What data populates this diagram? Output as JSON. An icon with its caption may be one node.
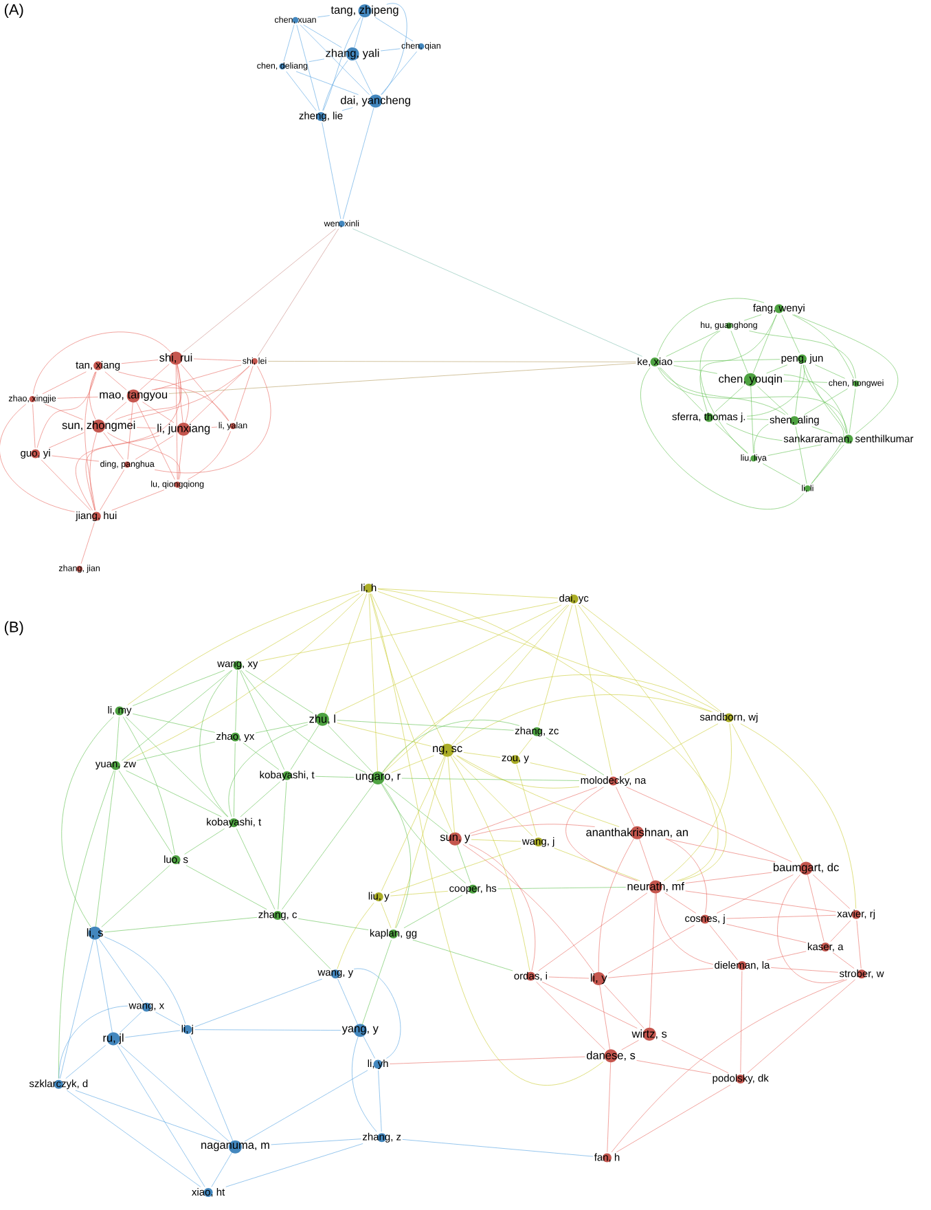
{
  "diagram": {
    "nodes": [
      {
        "text": [
          "tang, zhipeng"
        ]
      },
      {
        "text": [
          "chen, xuan"
        ]
      },
      {
        "text": [
          "zhang, yali"
        ]
      },
      {
        "text": [
          "chen, qian"
        ]
      },
      {
        "text": [
          "chen, deliang"
        ]
      },
      {
        "text": [
          "dai, yancheng"
        ]
      },
      {
        "text": [
          "zheng, lie"
        ]
      },
      {
        "text": [
          "wen, xinli"
        ]
      },
      {
        "text": [
          "tan, xiang"
        ]
      },
      {
        "text": [
          "shi, rui"
        ]
      },
      {
        "text": [
          "shi, lei"
        ]
      },
      {
        "text": [
          "zhao, xingjie"
        ]
      },
      {
        "text": [
          "mao, tangyou"
        ]
      },
      {
        "text": [
          "sun, zhongmei"
        ]
      },
      {
        "text": [
          "li, junxiang"
        ]
      },
      {
        "text": [
          "li, yalan"
        ]
      },
      {
        "text": [
          "guo, yi"
        ]
      },
      {
        "text": [
          "ding, panghua"
        ]
      },
      {
        "text": [
          "lu, qiongqiong"
        ]
      },
      {
        "text": [
          "jiang, hui"
        ]
      },
      {
        "text": [
          "zhang, jian"
        ]
      },
      {
        "text": [
          "fang, wenyi"
        ]
      },
      {
        "text": [
          "hu, guanghong"
        ]
      },
      {
        "text": [
          "ke, xiao"
        ]
      },
      {
        "text": [
          "peng, jun"
        ]
      },
      {
        "text": [
          "chen, youqin"
        ]
      },
      {
        "text": [
          "chen, hongwei"
        ]
      },
      {
        "text": [
          "sferra, thomas j."
        ]
      },
      {
        "text": [
          "shen, aling"
        ]
      },
      {
        "text": [
          "sankararaman, senthilkumar"
        ]
      },
      {
        "text": [
          "liu, liya"
        ]
      },
      {
        "text": [
          "li, li"
        ]
      },
      {
        "text": [
          "li, h"
        ]
      },
      {
        "text": [
          "dai, yc"
        ]
      },
      {
        "text": [
          "sandborn, wj"
        ]
      },
      {
        "text": [
          "ng, sc"
        ]
      },
      {
        "text": [
          "zou, y"
        ]
      },
      {
        "text": [
          "wang, j"
        ]
      },
      {
        "text": [
          "liu, y"
        ]
      },
      {
        "text": [
          "wang, xy"
        ]
      },
      {
        "text": [
          "li, my"
        ]
      },
      {
        "text": [
          "zhu, l"
        ]
      },
      {
        "text": [
          "zhao, yx"
        ]
      },
      {
        "text": [
          "zhang, zc"
        ]
      },
      {
        "text": [
          "yuan, zw"
        ]
      },
      {
        "text": [
          "kobayashi, t"
        ]
      },
      {
        "text": [
          "ungaro, r"
        ]
      },
      {
        "text": [
          "kobayashi, t"
        ]
      },
      {
        "text": [
          "luo, s"
        ]
      },
      {
        "text": [
          "cooper, hs"
        ]
      },
      {
        "text": [
          "zhang, c"
        ]
      },
      {
        "text": [
          "kaplan, gg"
        ]
      },
      {
        "text": [
          "molodecky, na"
        ]
      },
      {
        "text": [
          "sun, y"
        ]
      },
      {
        "text": [
          "ananthakrishnan, an"
        ]
      },
      {
        "text": [
          "baumgart, dc"
        ]
      },
      {
        "text": [
          "neurath, mf"
        ]
      },
      {
        "text": [
          "cosnes, j"
        ]
      },
      {
        "text": [
          "xavier, rj"
        ]
      },
      {
        "text": [
          "kaser, a"
        ]
      },
      {
        "text": [
          "dieleman, la"
        ]
      },
      {
        "text": [
          "ordas, i"
        ]
      },
      {
        "text": [
          "li, y"
        ]
      },
      {
        "text": [
          "strober, w"
        ]
      },
      {
        "text": [
          "wirtz, s"
        ]
      },
      {
        "text": [
          "danese, s"
        ]
      },
      {
        "text": [
          "podolsky, dk"
        ]
      },
      {
        "text": [
          "fan, h"
        ]
      },
      {
        "text": [
          "li, s"
        ]
      },
      {
        "text": [
          "wang, y"
        ]
      },
      {
        "text": [
          "wang, x"
        ]
      },
      {
        "text": [
          "li, j"
        ]
      },
      {
        "text": [
          "ru, jl"
        ]
      },
      {
        "text": [
          "yang, y"
        ]
      },
      {
        "text": [
          "li, yh"
        ]
      },
      {
        "text": [
          "szklarczyk, d"
        ]
      },
      {
        "text": [
          "naganuma, m"
        ]
      },
      {
        "text": [
          "zhang, z"
        ]
      },
      {
        "text": [
          "xiao, ht"
        ]
      }
    ],
    "edges": [
      {
        "from": 0,
        "to": 1,
        "arrow": "none",
        "color": "#4f9fe0"
      },
      {
        "from": 0,
        "to": 2,
        "arrow": "none",
        "color": "#4f9fe0"
      },
      {
        "from": 0,
        "to": 3,
        "arrow": "none",
        "color": "#4f9fe0"
      },
      {
        "from": 0,
        "to": 5,
        "arrow": "none",
        "color": "#4f9fe0"
      },
      {
        "from": 0,
        "to": 6,
        "arrow": "none",
        "color": "#4f9fe0"
      },
      {
        "from": 1,
        "to": 2,
        "arrow": "none",
        "color": "#4f9fe0"
      },
      {
        "from": 1,
        "to": 4,
        "arrow": "none",
        "color": "#4f9fe0"
      },
      {
        "from": 1,
        "to": 5,
        "arrow": "none",
        "color": "#4f9fe0"
      },
      {
        "from": 1,
        "to": 6,
        "arrow": "none",
        "color": "#4f9fe0"
      },
      {
        "from": 2,
        "to": 3,
        "arrow": "none",
        "color": "#4f9fe0"
      },
      {
        "from": 2,
        "to": 4,
        "arrow": "none",
        "color": "#4f9fe0"
      },
      {
        "from": 2,
        "to": 5,
        "arrow": "none",
        "color": "#4f9fe0"
      },
      {
        "from": 2,
        "to": 6,
        "arrow": "none",
        "color": "#4f9fe0"
      },
      {
        "from": 3,
        "to": 5,
        "arrow": "none",
        "color": "#4f9fe0"
      },
      {
        "from": 4,
        "to": 5,
        "arrow": "none",
        "color": "#4f9fe0"
      },
      {
        "from": 4,
        "to": 6,
        "arrow": "none",
        "color": "#4f9fe0"
      },
      {
        "from": 5,
        "to": 6,
        "arrow": "none",
        "color": "#4f9fe0"
      },
      {
        "from": 6,
        "to": 7,
        "arrow": "none",
        "color": "#4f9fe0"
      },
      {
        "from": 5,
        "to": 7,
        "arrow": "none",
        "color": "#4f9fe0"
      },
      {
        "from": 7,
        "to": 9,
        "arrow": "none",
        "color": "#c98a84"
      },
      {
        "from": 7,
        "to": 10,
        "arrow": "none",
        "color": "#c98a84"
      },
      {
        "from": 7,
        "to": 23,
        "arrow": "none",
        "color": "#7fbfb0"
      },
      {
        "from": 10,
        "to": 23,
        "arrow": "none",
        "color": "#b39a5c"
      },
      {
        "from": 12,
        "to": 23,
        "arrow": "none",
        "color": "#b39a5c"
      },
      {
        "from": 8,
        "to": 9,
        "arrow": "none",
        "color": "#e8655c"
      },
      {
        "from": 8,
        "to": 11,
        "arrow": "none",
        "color": "#e8655c"
      },
      {
        "from": 8,
        "to": 12,
        "arrow": "none",
        "color": "#e8655c"
      },
      {
        "from": 8,
        "to": 13,
        "arrow": "none",
        "color": "#e8655c"
      },
      {
        "from": 8,
        "to": 14,
        "arrow": "none",
        "color": "#e8655c"
      },
      {
        "from": 8,
        "to": 16,
        "arrow": "none",
        "color": "#e8655c"
      },
      {
        "from": 8,
        "to": 19,
        "arrow": "none",
        "color": "#e8655c"
      },
      {
        "from": 9,
        "to": 10,
        "arrow": "none",
        "color": "#e8655c"
      },
      {
        "from": 9,
        "to": 11,
        "arrow": "none",
        "color": "#e8655c"
      },
      {
        "from": 9,
        "to": 12,
        "arrow": "none",
        "color": "#e8655c"
      },
      {
        "from": 9,
        "to": 13,
        "arrow": "none",
        "color": "#e8655c"
      },
      {
        "from": 9,
        "to": 14,
        "arrow": "none",
        "color": "#e8655c"
      },
      {
        "from": 9,
        "to": 15,
        "arrow": "none",
        "color": "#e8655c"
      },
      {
        "from": 9,
        "to": 18,
        "arrow": "none",
        "color": "#e8655c"
      },
      {
        "from": 9,
        "to": 19,
        "arrow": "none",
        "color": "#e8655c"
      },
      {
        "from": 10,
        "to": 12,
        "arrow": "none",
        "color": "#e8655c"
      },
      {
        "from": 10,
        "to": 13,
        "arrow": "none",
        "color": "#e8655c"
      },
      {
        "from": 10,
        "to": 14,
        "arrow": "none",
        "color": "#e8655c"
      },
      {
        "from": 10,
        "to": 15,
        "arrow": "none",
        "color": "#e8655c"
      },
      {
        "from": 10,
        "to": 17,
        "arrow": "none",
        "color": "#e8655c"
      },
      {
        "from": 11,
        "to": 12,
        "arrow": "none",
        "color": "#e8655c"
      },
      {
        "from": 11,
        "to": 13,
        "arrow": "none",
        "color": "#e8655c"
      },
      {
        "from": 11,
        "to": 16,
        "arrow": "none",
        "color": "#e8655c"
      },
      {
        "from": 11,
        "to": 19,
        "arrow": "none",
        "color": "#e8655c"
      },
      {
        "from": 12,
        "to": 13,
        "arrow": "none",
        "color": "#e8655c"
      },
      {
        "from": 12,
        "to": 14,
        "arrow": "none",
        "color": "#e8655c"
      },
      {
        "from": 12,
        "to": 15,
        "arrow": "none",
        "color": "#e8655c"
      },
      {
        "from": 12,
        "to": 17,
        "arrow": "none",
        "color": "#e8655c"
      },
      {
        "from": 12,
        "to": 18,
        "arrow": "none",
        "color": "#e8655c"
      },
      {
        "from": 13,
        "to": 14,
        "arrow": "none",
        "color": "#e8655c"
      },
      {
        "from": 13,
        "to": 16,
        "arrow": "none",
        "color": "#e8655c"
      },
      {
        "from": 13,
        "to": 17,
        "arrow": "none",
        "color": "#e8655c"
      },
      {
        "from": 13,
        "to": 18,
        "arrow": "none",
        "color": "#e8655c"
      },
      {
        "from": 13,
        "to": 19,
        "arrow": "none",
        "color": "#e8655c"
      },
      {
        "from": 14,
        "to": 15,
        "arrow": "none",
        "color": "#e8655c"
      },
      {
        "from": 14,
        "to": 17,
        "arrow": "none",
        "color": "#e8655c"
      },
      {
        "from": 14,
        "to": 18,
        "arrow": "none",
        "color": "#e8655c"
      },
      {
        "from": 14,
        "to": 19,
        "arrow": "none",
        "color": "#e8655c"
      },
      {
        "from": 15,
        "to": 18,
        "arrow": "none",
        "color": "#e8655c"
      },
      {
        "from": 16,
        "to": 17,
        "arrow": "none",
        "color": "#e8655c"
      },
      {
        "from": 16,
        "to": 19,
        "arrow": "none",
        "color": "#e8655c"
      },
      {
        "from": 17,
        "to": 19,
        "arrow": "none",
        "color": "#e8655c"
      },
      {
        "from": 18,
        "to": 19,
        "arrow": "none",
        "color": "#e8655c"
      },
      {
        "from": 19,
        "to": 20,
        "arrow": "none",
        "color": "#e8655c"
      },
      {
        "from": 21,
        "to": 22,
        "arrow": "none",
        "color": "#5cbf4c"
      },
      {
        "from": 21,
        "to": 23,
        "arrow": "none",
        "color": "#5cbf4c"
      },
      {
        "from": 21,
        "to": 24,
        "arrow": "none",
        "color": "#5cbf4c"
      },
      {
        "from": 21,
        "to": 25,
        "arrow": "none",
        "color": "#5cbf4c"
      },
      {
        "from": 21,
        "to": 26,
        "arrow": "none",
        "color": "#5cbf4c"
      },
      {
        "from": 21,
        "to": 27,
        "arrow": "none",
        "color": "#5cbf4c"
      },
      {
        "from": 21,
        "to": 29,
        "arrow": "none",
        "color": "#5cbf4c"
      },
      {
        "from": 22,
        "to": 23,
        "arrow": "none",
        "color": "#5cbf4c"
      },
      {
        "from": 22,
        "to": 25,
        "arrow": "none",
        "color": "#5cbf4c"
      },
      {
        "from": 22,
        "to": 26,
        "arrow": "none",
        "color": "#5cbf4c"
      },
      {
        "from": 22,
        "to": 30,
        "arrow": "none",
        "color": "#5cbf4c"
      },
      {
        "from": 23,
        "to": 24,
        "arrow": "none",
        "color": "#5cbf4c"
      },
      {
        "from": 23,
        "to": 25,
        "arrow": "none",
        "color": "#5cbf4c"
      },
      {
        "from": 23,
        "to": 27,
        "arrow": "none",
        "color": "#5cbf4c"
      },
      {
        "from": 23,
        "to": 28,
        "arrow": "none",
        "color": "#5cbf4c"
      },
      {
        "from": 23,
        "to": 29,
        "arrow": "none",
        "color": "#5cbf4c"
      },
      {
        "from": 23,
        "to": 31,
        "arrow": "none",
        "color": "#5cbf4c"
      },
      {
        "from": 24,
        "to": 25,
        "arrow": "none",
        "color": "#5cbf4c"
      },
      {
        "from": 24,
        "to": 26,
        "arrow": "none",
        "color": "#5cbf4c"
      },
      {
        "from": 24,
        "to": 27,
        "arrow": "none",
        "color": "#5cbf4c"
      },
      {
        "from": 24,
        "to": 28,
        "arrow": "none",
        "color": "#5cbf4c"
      },
      {
        "from": 24,
        "to": 29,
        "arrow": "none",
        "color": "#5cbf4c"
      },
      {
        "from": 24,
        "to": 31,
        "arrow": "none",
        "color": "#5cbf4c"
      },
      {
        "from": 25,
        "to": 26,
        "arrow": "none",
        "color": "#5cbf4c"
      },
      {
        "from": 25,
        "to": 27,
        "arrow": "none",
        "color": "#5cbf4c"
      },
      {
        "from": 25,
        "to": 28,
        "arrow": "none",
        "color": "#5cbf4c"
      },
      {
        "from": 25,
        "to": 29,
        "arrow": "none",
        "color": "#5cbf4c"
      },
      {
        "from": 25,
        "to": 30,
        "arrow": "none",
        "color": "#5cbf4c"
      },
      {
        "from": 26,
        "to": 28,
        "arrow": "none",
        "color": "#5cbf4c"
      },
      {
        "from": 26,
        "to": 29,
        "arrow": "none",
        "color": "#5cbf4c"
      },
      {
        "from": 27,
        "to": 28,
        "arrow": "none",
        "color": "#5cbf4c"
      },
      {
        "from": 27,
        "to": 29,
        "arrow": "none",
        "color": "#5cbf4c"
      },
      {
        "from": 27,
        "to": 30,
        "arrow": "none",
        "color": "#5cbf4c"
      },
      {
        "from": 28,
        "to": 29,
        "arrow": "none",
        "color": "#5cbf4c"
      },
      {
        "from": 28,
        "to": 30,
        "arrow": "none",
        "color": "#5cbf4c"
      },
      {
        "from": 28,
        "to": 31,
        "arrow": "none",
        "color": "#5cbf4c"
      },
      {
        "from": 29,
        "to": 30,
        "arrow": "none",
        "color": "#5cbf4c"
      },
      {
        "from": 29,
        "to": 31,
        "arrow": "none",
        "color": "#5cbf4c"
      },
      {
        "from": 30,
        "to": 31,
        "arrow": "none",
        "color": "#5cbf4c"
      },
      {
        "from": 32,
        "to": 33,
        "arrow": "none",
        "color": "#c9cb2e"
      },
      {
        "from": 32,
        "to": 34,
        "arrow": "none",
        "color": "#c9cb2e"
      },
      {
        "from": 32,
        "to": 35,
        "arrow": "none",
        "color": "#c9cb2e"
      },
      {
        "from": 32,
        "to": 39,
        "arrow": "none",
        "color": "#c9cb2e"
      },
      {
        "from": 32,
        "to": 40,
        "arrow": "none",
        "color": "#c9cb2e"
      },
      {
        "from": 32,
        "to": 41,
        "arrow": "none",
        "color": "#c9cb2e"
      },
      {
        "from": 32,
        "to": 44,
        "arrow": "none",
        "color": "#c9cb2e"
      },
      {
        "from": 32,
        "to": 46,
        "arrow": "none",
        "color": "#c9cb2e"
      },
      {
        "from": 32,
        "to": 53,
        "arrow": "none",
        "color": "#c9cb2e"
      },
      {
        "from": 32,
        "to": 56,
        "arrow": "none",
        "color": "#c9cb2e"
      },
      {
        "from": 32,
        "to": 65,
        "arrow": "none",
        "color": "#c9cb2e"
      },
      {
        "from": 33,
        "to": 34,
        "arrow": "none",
        "color": "#c9cb2e"
      },
      {
        "from": 33,
        "to": 35,
        "arrow": "none",
        "color": "#c9cb2e"
      },
      {
        "from": 33,
        "to": 39,
        "arrow": "none",
        "color": "#c9cb2e"
      },
      {
        "from": 33,
        "to": 41,
        "arrow": "none",
        "color": "#c9cb2e"
      },
      {
        "from": 33,
        "to": 43,
        "arrow": "none",
        "color": "#c9cb2e"
      },
      {
        "from": 33,
        "to": 46,
        "arrow": "none",
        "color": "#c9cb2e"
      },
      {
        "from": 33,
        "to": 52,
        "arrow": "none",
        "color": "#c9cb2e"
      },
      {
        "from": 33,
        "to": 56,
        "arrow": "none",
        "color": "#c9cb2e"
      },
      {
        "from": 34,
        "to": 35,
        "arrow": "none",
        "color": "#c9cb2e"
      },
      {
        "from": 34,
        "to": 46,
        "arrow": "none",
        "color": "#c9cb2e"
      },
      {
        "from": 34,
        "to": 52,
        "arrow": "none",
        "color": "#c9cb2e"
      },
      {
        "from": 34,
        "to": 55,
        "arrow": "none",
        "color": "#c9cb2e"
      },
      {
        "from": 34,
        "to": 56,
        "arrow": "none",
        "color": "#c9cb2e"
      },
      {
        "from": 34,
        "to": 58,
        "arrow": "none",
        "color": "#c9cb2e"
      },
      {
        "from": 35,
        "to": 36,
        "arrow": "none",
        "color": "#c9cb2e"
      },
      {
        "from": 35,
        "to": 37,
        "arrow": "none",
        "color": "#c9cb2e"
      },
      {
        "from": 35,
        "to": 38,
        "arrow": "none",
        "color": "#c9cb2e"
      },
      {
        "from": 35,
        "to": 41,
        "arrow": "none",
        "color": "#c9cb2e"
      },
      {
        "from": 35,
        "to": 46,
        "arrow": "none",
        "color": "#c9cb2e"
      },
      {
        "from": 35,
        "to": 51,
        "arrow": "none",
        "color": "#c9cb2e"
      },
      {
        "from": 35,
        "to": 52,
        "arrow": "none",
        "color": "#c9cb2e"
      },
      {
        "from": 35,
        "to": 53,
        "arrow": "none",
        "color": "#c9cb2e"
      },
      {
        "from": 35,
        "to": 54,
        "arrow": "none",
        "color": "#c9cb2e"
      },
      {
        "from": 35,
        "to": 61,
        "arrow": "none",
        "color": "#c9cb2e"
      },
      {
        "from": 36,
        "to": 37,
        "arrow": "none",
        "color": "#c9cb2e"
      },
      {
        "from": 36,
        "to": 43,
        "arrow": "none",
        "color": "#c9cb2e"
      },
      {
        "from": 36,
        "to": 52,
        "arrow": "none",
        "color": "#c9cb2e"
      },
      {
        "from": 37,
        "to": 38,
        "arrow": "none",
        "color": "#c9cb2e"
      },
      {
        "from": 37,
        "to": 53,
        "arrow": "none",
        "color": "#c9cb2e"
      },
      {
        "from": 37,
        "to": 56,
        "arrow": "none",
        "color": "#c9cb2e"
      },
      {
        "from": 38,
        "to": 49,
        "arrow": "none",
        "color": "#c9cb2e"
      },
      {
        "from": 38,
        "to": 51,
        "arrow": "none",
        "color": "#c9cb2e"
      },
      {
        "from": 38,
        "to": 69,
        "arrow": "none",
        "color": "#c9cb2e"
      },
      {
        "from": 39,
        "to": 40,
        "arrow": "none",
        "color": "#5cbf4c"
      },
      {
        "from": 39,
        "to": 41,
        "arrow": "none",
        "color": "#5cbf4c"
      },
      {
        "from": 39,
        "to": 42,
        "arrow": "none",
        "color": "#5cbf4c"
      },
      {
        "from": 39,
        "to": 44,
        "arrow": "none",
        "color": "#5cbf4c"
      },
      {
        "from": 39,
        "to": 45,
        "arrow": "none",
        "color": "#5cbf4c"
      },
      {
        "from": 39,
        "to": 46,
        "arrow": "none",
        "color": "#5cbf4c"
      },
      {
        "from": 39,
        "to": 47,
        "arrow": "none",
        "color": "#5cbf4c"
      },
      {
        "from": 40,
        "to": 42,
        "arrow": "none",
        "color": "#5cbf4c"
      },
      {
        "from": 40,
        "to": 44,
        "arrow": "none",
        "color": "#5cbf4c"
      },
      {
        "from": 40,
        "to": 47,
        "arrow": "none",
        "color": "#5cbf4c"
      },
      {
        "from": 40,
        "to": 48,
        "arrow": "none",
        "color": "#5cbf4c"
      },
      {
        "from": 40,
        "to": 68,
        "arrow": "none",
        "color": "#5cbf4c"
      },
      {
        "from": 41,
        "to": 42,
        "arrow": "none",
        "color": "#5cbf4c"
      },
      {
        "from": 41,
        "to": 43,
        "arrow": "none",
        "color": "#5cbf4c"
      },
      {
        "from": 41,
        "to": 45,
        "arrow": "none",
        "color": "#5cbf4c"
      },
      {
        "from": 41,
        "to": 46,
        "arrow": "none",
        "color": "#5cbf4c"
      },
      {
        "from": 41,
        "to": 47,
        "arrow": "none",
        "color": "#5cbf4c"
      },
      {
        "from": 42,
        "to": 44,
        "arrow": "none",
        "color": "#5cbf4c"
      },
      {
        "from": 42,
        "to": 45,
        "arrow": "none",
        "color": "#5cbf4c"
      },
      {
        "from": 42,
        "to": 47,
        "arrow": "none",
        "color": "#5cbf4c"
      },
      {
        "from": 43,
        "to": 46,
        "arrow": "none",
        "color": "#5cbf4c"
      },
      {
        "from": 43,
        "to": 52,
        "arrow": "none",
        "color": "#5cbf4c"
      },
      {
        "from": 44,
        "to": 47,
        "arrow": "none",
        "color": "#5cbf4c"
      },
      {
        "from": 44,
        "to": 48,
        "arrow": "none",
        "color": "#5cbf4c"
      },
      {
        "from": 44,
        "to": 68,
        "arrow": "none",
        "color": "#5cbf4c"
      },
      {
        "from": 44,
        "to": 75,
        "arrow": "none",
        "color": "#5cbf4c"
      },
      {
        "from": 45,
        "to": 46,
        "arrow": "none",
        "color": "#5cbf4c"
      },
      {
        "from": 45,
        "to": 47,
        "arrow": "none",
        "color": "#5cbf4c"
      },
      {
        "from": 45,
        "to": 50,
        "arrow": "none",
        "color": "#5cbf4c"
      },
      {
        "from": 46,
        "to": 49,
        "arrow": "none",
        "color": "#5cbf4c"
      },
      {
        "from": 46,
        "to": 50,
        "arrow": "none",
        "color": "#5cbf4c"
      },
      {
        "from": 46,
        "to": 51,
        "arrow": "none",
        "color": "#5cbf4c"
      },
      {
        "from": 46,
        "to": 52,
        "arrow": "none",
        "color": "#5cbf4c"
      },
      {
        "from": 46,
        "to": 53,
        "arrow": "none",
        "color": "#5cbf4c"
      },
      {
        "from": 47,
        "to": 48,
        "arrow": "none",
        "color": "#5cbf4c"
      },
      {
        "from": 47,
        "to": 50,
        "arrow": "none",
        "color": "#5cbf4c"
      },
      {
        "from": 48,
        "to": 50,
        "arrow": "none",
        "color": "#5cbf4c"
      },
      {
        "from": 48,
        "to": 68,
        "arrow": "none",
        "color": "#5cbf4c"
      },
      {
        "from": 49,
        "to": 51,
        "arrow": "none",
        "color": "#5cbf4c"
      },
      {
        "from": 49,
        "to": 53,
        "arrow": "none",
        "color": "#5cbf4c"
      },
      {
        "from": 49,
        "to": 56,
        "arrow": "none",
        "color": "#5cbf4c"
      },
      {
        "from": 50,
        "to": 51,
        "arrow": "none",
        "color": "#5cbf4c"
      },
      {
        "from": 50,
        "to": 68,
        "arrow": "none",
        "color": "#5cbf4c"
      },
      {
        "from": 50,
        "to": 69,
        "arrow": "none",
        "color": "#5cbf4c"
      },
      {
        "from": 51,
        "to": 61,
        "arrow": "none",
        "color": "#5cbf4c"
      },
      {
        "from": 51,
        "to": 73,
        "arrow": "none",
        "color": "#5cbf4c"
      },
      {
        "from": 52,
        "to": 53,
        "arrow": "none",
        "color": "#e8655c"
      },
      {
        "from": 52,
        "to": 54,
        "arrow": "none",
        "color": "#e8655c"
      },
      {
        "from": 52,
        "to": 55,
        "arrow": "none",
        "color": "#e8655c"
      },
      {
        "from": 52,
        "to": 56,
        "arrow": "none",
        "color": "#e8655c"
      },
      {
        "from": 53,
        "to": 54,
        "arrow": "none",
        "color": "#e8655c"
      },
      {
        "from": 53,
        "to": 61,
        "arrow": "none",
        "color": "#e8655c"
      },
      {
        "from": 53,
        "to": 62,
        "arrow": "none",
        "color": "#e8655c"
      },
      {
        "from": 54,
        "to": 55,
        "arrow": "none",
        "color": "#e8655c"
      },
      {
        "from": 54,
        "to": 56,
        "arrow": "none",
        "color": "#e8655c"
      },
      {
        "from": 54,
        "to": 57,
        "arrow": "none",
        "color": "#e8655c"
      },
      {
        "from": 54,
        "to": 62,
        "arrow": "none",
        "color": "#e8655c"
      },
      {
        "from": 55,
        "to": 56,
        "arrow": "none",
        "color": "#e8655c"
      },
      {
        "from": 55,
        "to": 57,
        "arrow": "none",
        "color": "#e8655c"
      },
      {
        "from": 55,
        "to": 58,
        "arrow": "none",
        "color": "#e8655c"
      },
      {
        "from": 55,
        "to": 59,
        "arrow": "none",
        "color": "#e8655c"
      },
      {
        "from": 55,
        "to": 63,
        "arrow": "none",
        "color": "#e8655c"
      },
      {
        "from": 56,
        "to": 57,
        "arrow": "none",
        "color": "#e8655c"
      },
      {
        "from": 56,
        "to": 58,
        "arrow": "none",
        "color": "#e8655c"
      },
      {
        "from": 56,
        "to": 60,
        "arrow": "none",
        "color": "#e8655c"
      },
      {
        "from": 56,
        "to": 61,
        "arrow": "none",
        "color": "#e8655c"
      },
      {
        "from": 56,
        "to": 64,
        "arrow": "none",
        "color": "#e8655c"
      },
      {
        "from": 57,
        "to": 58,
        "arrow": "none",
        "color": "#e8655c"
      },
      {
        "from": 57,
        "to": 59,
        "arrow": "none",
        "color": "#e8655c"
      },
      {
        "from": 57,
        "to": 60,
        "arrow": "none",
        "color": "#e8655c"
      },
      {
        "from": 57,
        "to": 62,
        "arrow": "none",
        "color": "#e8655c"
      },
      {
        "from": 58,
        "to": 59,
        "arrow": "none",
        "color": "#e8655c"
      },
      {
        "from": 58,
        "to": 63,
        "arrow": "none",
        "color": "#e8655c"
      },
      {
        "from": 59,
        "to": 60,
        "arrow": "none",
        "color": "#e8655c"
      },
      {
        "from": 59,
        "to": 63,
        "arrow": "none",
        "color": "#e8655c"
      },
      {
        "from": 60,
        "to": 62,
        "arrow": "none",
        "color": "#e8655c"
      },
      {
        "from": 60,
        "to": 63,
        "arrow": "none",
        "color": "#e8655c"
      },
      {
        "from": 60,
        "to": 66,
        "arrow": "none",
        "color": "#e8655c"
      },
      {
        "from": 61,
        "to": 62,
        "arrow": "none",
        "color": "#e8655c"
      },
      {
        "from": 61,
        "to": 64,
        "arrow": "none",
        "color": "#e8655c"
      },
      {
        "from": 61,
        "to": 65,
        "arrow": "none",
        "color": "#e8655c"
      },
      {
        "from": 62,
        "to": 64,
        "arrow": "none",
        "color": "#e8655c"
      },
      {
        "from": 62,
        "to": 65,
        "arrow": "none",
        "color": "#e8655c"
      },
      {
        "from": 63,
        "to": 66,
        "arrow": "none",
        "color": "#e8655c"
      },
      {
        "from": 63,
        "to": 67,
        "arrow": "none",
        "color": "#e8655c"
      },
      {
        "from": 64,
        "to": 65,
        "arrow": "none",
        "color": "#e8655c"
      },
      {
        "from": 64,
        "to": 66,
        "arrow": "none",
        "color": "#e8655c"
      },
      {
        "from": 65,
        "to": 66,
        "arrow": "none",
        "color": "#e8655c"
      },
      {
        "from": 65,
        "to": 67,
        "arrow": "none",
        "color": "#e8655c"
      },
      {
        "from": 65,
        "to": 74,
        "arrow": "none",
        "color": "#e8655c"
      },
      {
        "from": 66,
        "to": 67,
        "arrow": "none",
        "color": "#e8655c"
      },
      {
        "from": 68,
        "to": 70,
        "arrow": "none",
        "color": "#4f9fe0"
      },
      {
        "from": 68,
        "to": 71,
        "arrow": "none",
        "color": "#4f9fe0"
      },
      {
        "from": 68,
        "to": 72,
        "arrow": "none",
        "color": "#4f9fe0"
      },
      {
        "from": 68,
        "to": 75,
        "arrow": "none",
        "color": "#4f9fe0"
      },
      {
        "from": 69,
        "to": 71,
        "arrow": "none",
        "color": "#4f9fe0"
      },
      {
        "from": 69,
        "to": 73,
        "arrow": "none",
        "color": "#4f9fe0"
      },
      {
        "from": 69,
        "to": 74,
        "arrow": "none",
        "color": "#4f9fe0"
      },
      {
        "from": 70,
        "to": 71,
        "arrow": "none",
        "color": "#4f9fe0"
      },
      {
        "from": 70,
        "to": 72,
        "arrow": "none",
        "color": "#4f9fe0"
      },
      {
        "from": 70,
        "to": 75,
        "arrow": "none",
        "color": "#4f9fe0"
      },
      {
        "from": 71,
        "to": 72,
        "arrow": "none",
        "color": "#4f9fe0"
      },
      {
        "from": 71,
        "to": 73,
        "arrow": "none",
        "color": "#4f9fe0"
      },
      {
        "from": 71,
        "to": 76,
        "arrow": "none",
        "color": "#4f9fe0"
      },
      {
        "from": 72,
        "to": 75,
        "arrow": "none",
        "color": "#4f9fe0"
      },
      {
        "from": 72,
        "to": 76,
        "arrow": "none",
        "color": "#4f9fe0"
      },
      {
        "from": 72,
        "to": 78,
        "arrow": "none",
        "color": "#4f9fe0"
      },
      {
        "from": 73,
        "to": 74,
        "arrow": "none",
        "color": "#4f9fe0"
      },
      {
        "from": 73,
        "to": 77,
        "arrow": "none",
        "color": "#4f9fe0"
      },
      {
        "from": 74,
        "to": 76,
        "arrow": "none",
        "color": "#4f9fe0"
      },
      {
        "from": 74,
        "to": 77,
        "arrow": "none",
        "color": "#4f9fe0"
      },
      {
        "from": 75,
        "to": 76,
        "arrow": "none",
        "color": "#4f9fe0"
      },
      {
        "from": 75,
        "to": 78,
        "arrow": "none",
        "color": "#4f9fe0"
      },
      {
        "from": 76,
        "to": 77,
        "arrow": "none",
        "color": "#4f9fe0"
      },
      {
        "from": 76,
        "to": 78,
        "arrow": "none",
        "color": "#4f9fe0"
      },
      {
        "from": 77,
        "to": 78,
        "arrow": "none",
        "color": "#4f9fe0"
      },
      {
        "from": 77,
        "to": 67,
        "arrow": "none",
        "color": "#4f9fe0"
      }
    ],
    "labels": [
      "(A)",
      "(B)"
    ]
  }
}
